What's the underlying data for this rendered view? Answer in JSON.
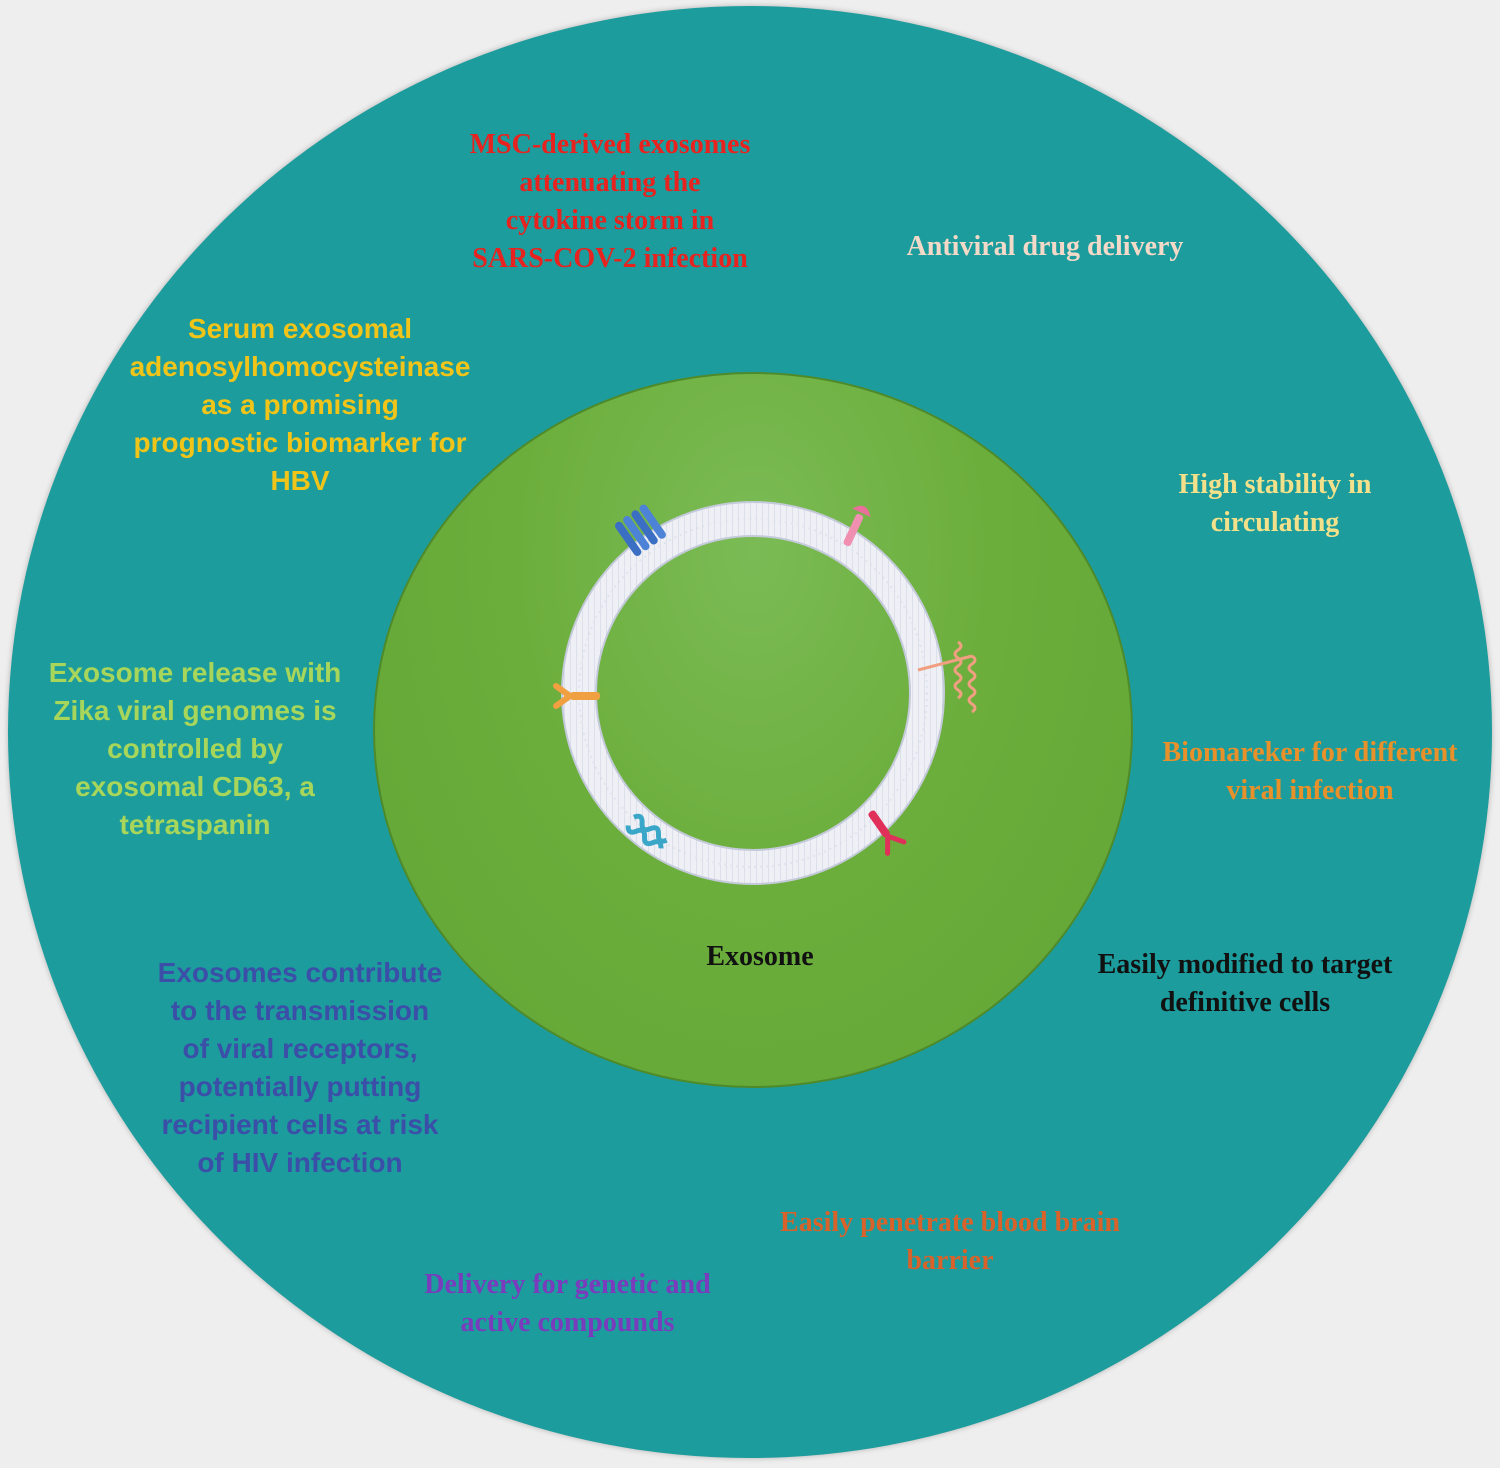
{
  "center_label": "Exosome",
  "labels": {
    "msc": "MSC-derived exosomes\nattenuating the\ncytokine storm in\nSARS-COV-2 infection",
    "antiviral": "Antiviral drug delivery",
    "serum": "Serum exosomal\nadenosylhomocysteinase\nas a promising\nprognostic biomarker for\nHBV",
    "stability": "High stability in\ncirculating",
    "zika": "Exosome release with\nZika viral genomes is\ncontrolled by\nexosomal CD63, a\ntetraspanin",
    "biomarker": "Biomareker for different\nviral infection",
    "modified": "Easily modified to target\ndefinitive cells",
    "hiv": "Exosomes contribute\nto the transmission\nof viral receptors,\npotentially putting\nrecipient cells at risk\nof HIV infection",
    "bbb": "Easily penetrate blood brain\nbarrier",
    "delivery": "Delivery for genetic and\nactive compounds"
  },
  "colors": {
    "outer_ring": "#1c9c9c",
    "inner_circle": "#6cae3c",
    "msc": "#e8231f",
    "antiviral": "#f3d9c8",
    "serum": "#f0c419",
    "stability": "#f2e08a",
    "zika": "#a8d65a",
    "biomarker": "#e8902a",
    "modified": "#111111",
    "hiv": "#3b4fa8",
    "bbb": "#d9622b",
    "delivery": "#7a3bbd"
  }
}
